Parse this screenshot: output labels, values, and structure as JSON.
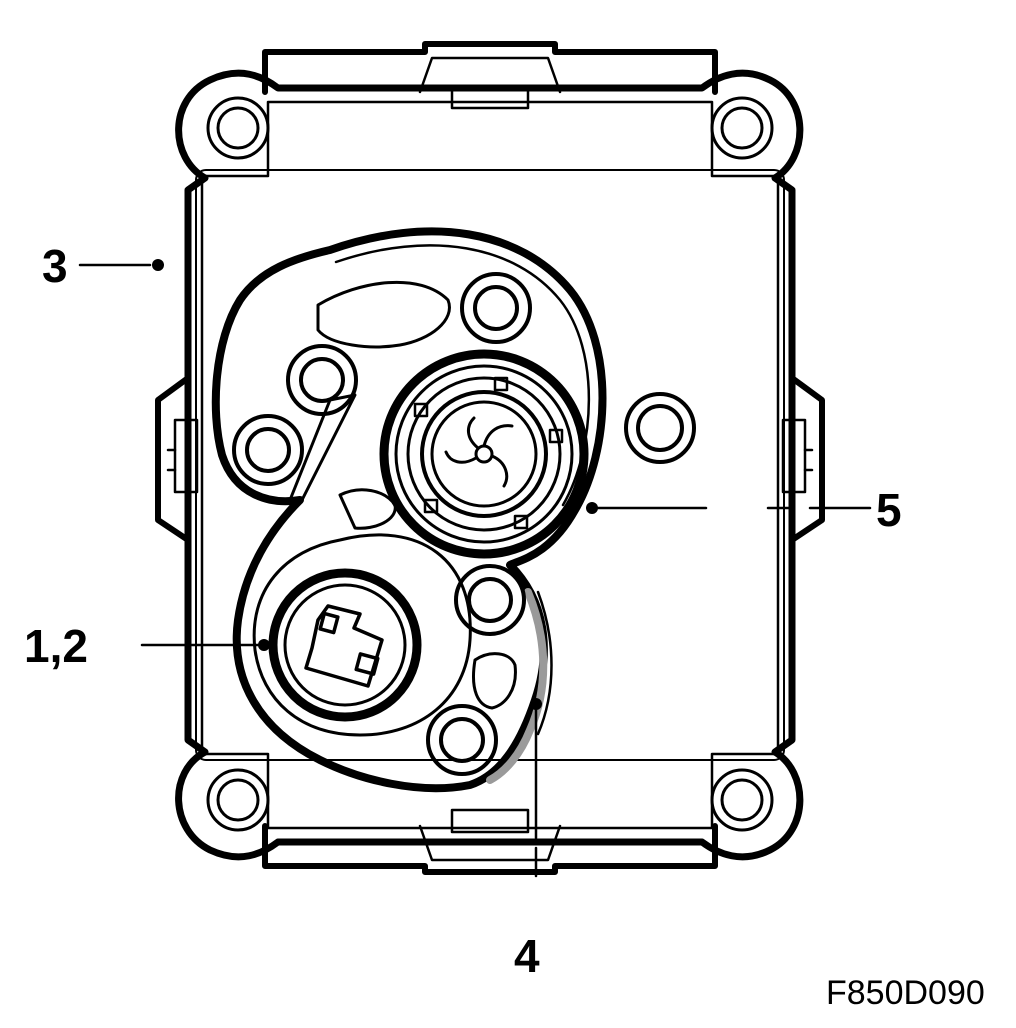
{
  "callouts": {
    "housing": "3",
    "connector": "1,2",
    "lens": "5",
    "reflector": "4"
  },
  "figure_code": "F850D090",
  "colors": {
    "ink": "#000000",
    "paper": "#ffffff",
    "shade": "#9a9a9a"
  }
}
